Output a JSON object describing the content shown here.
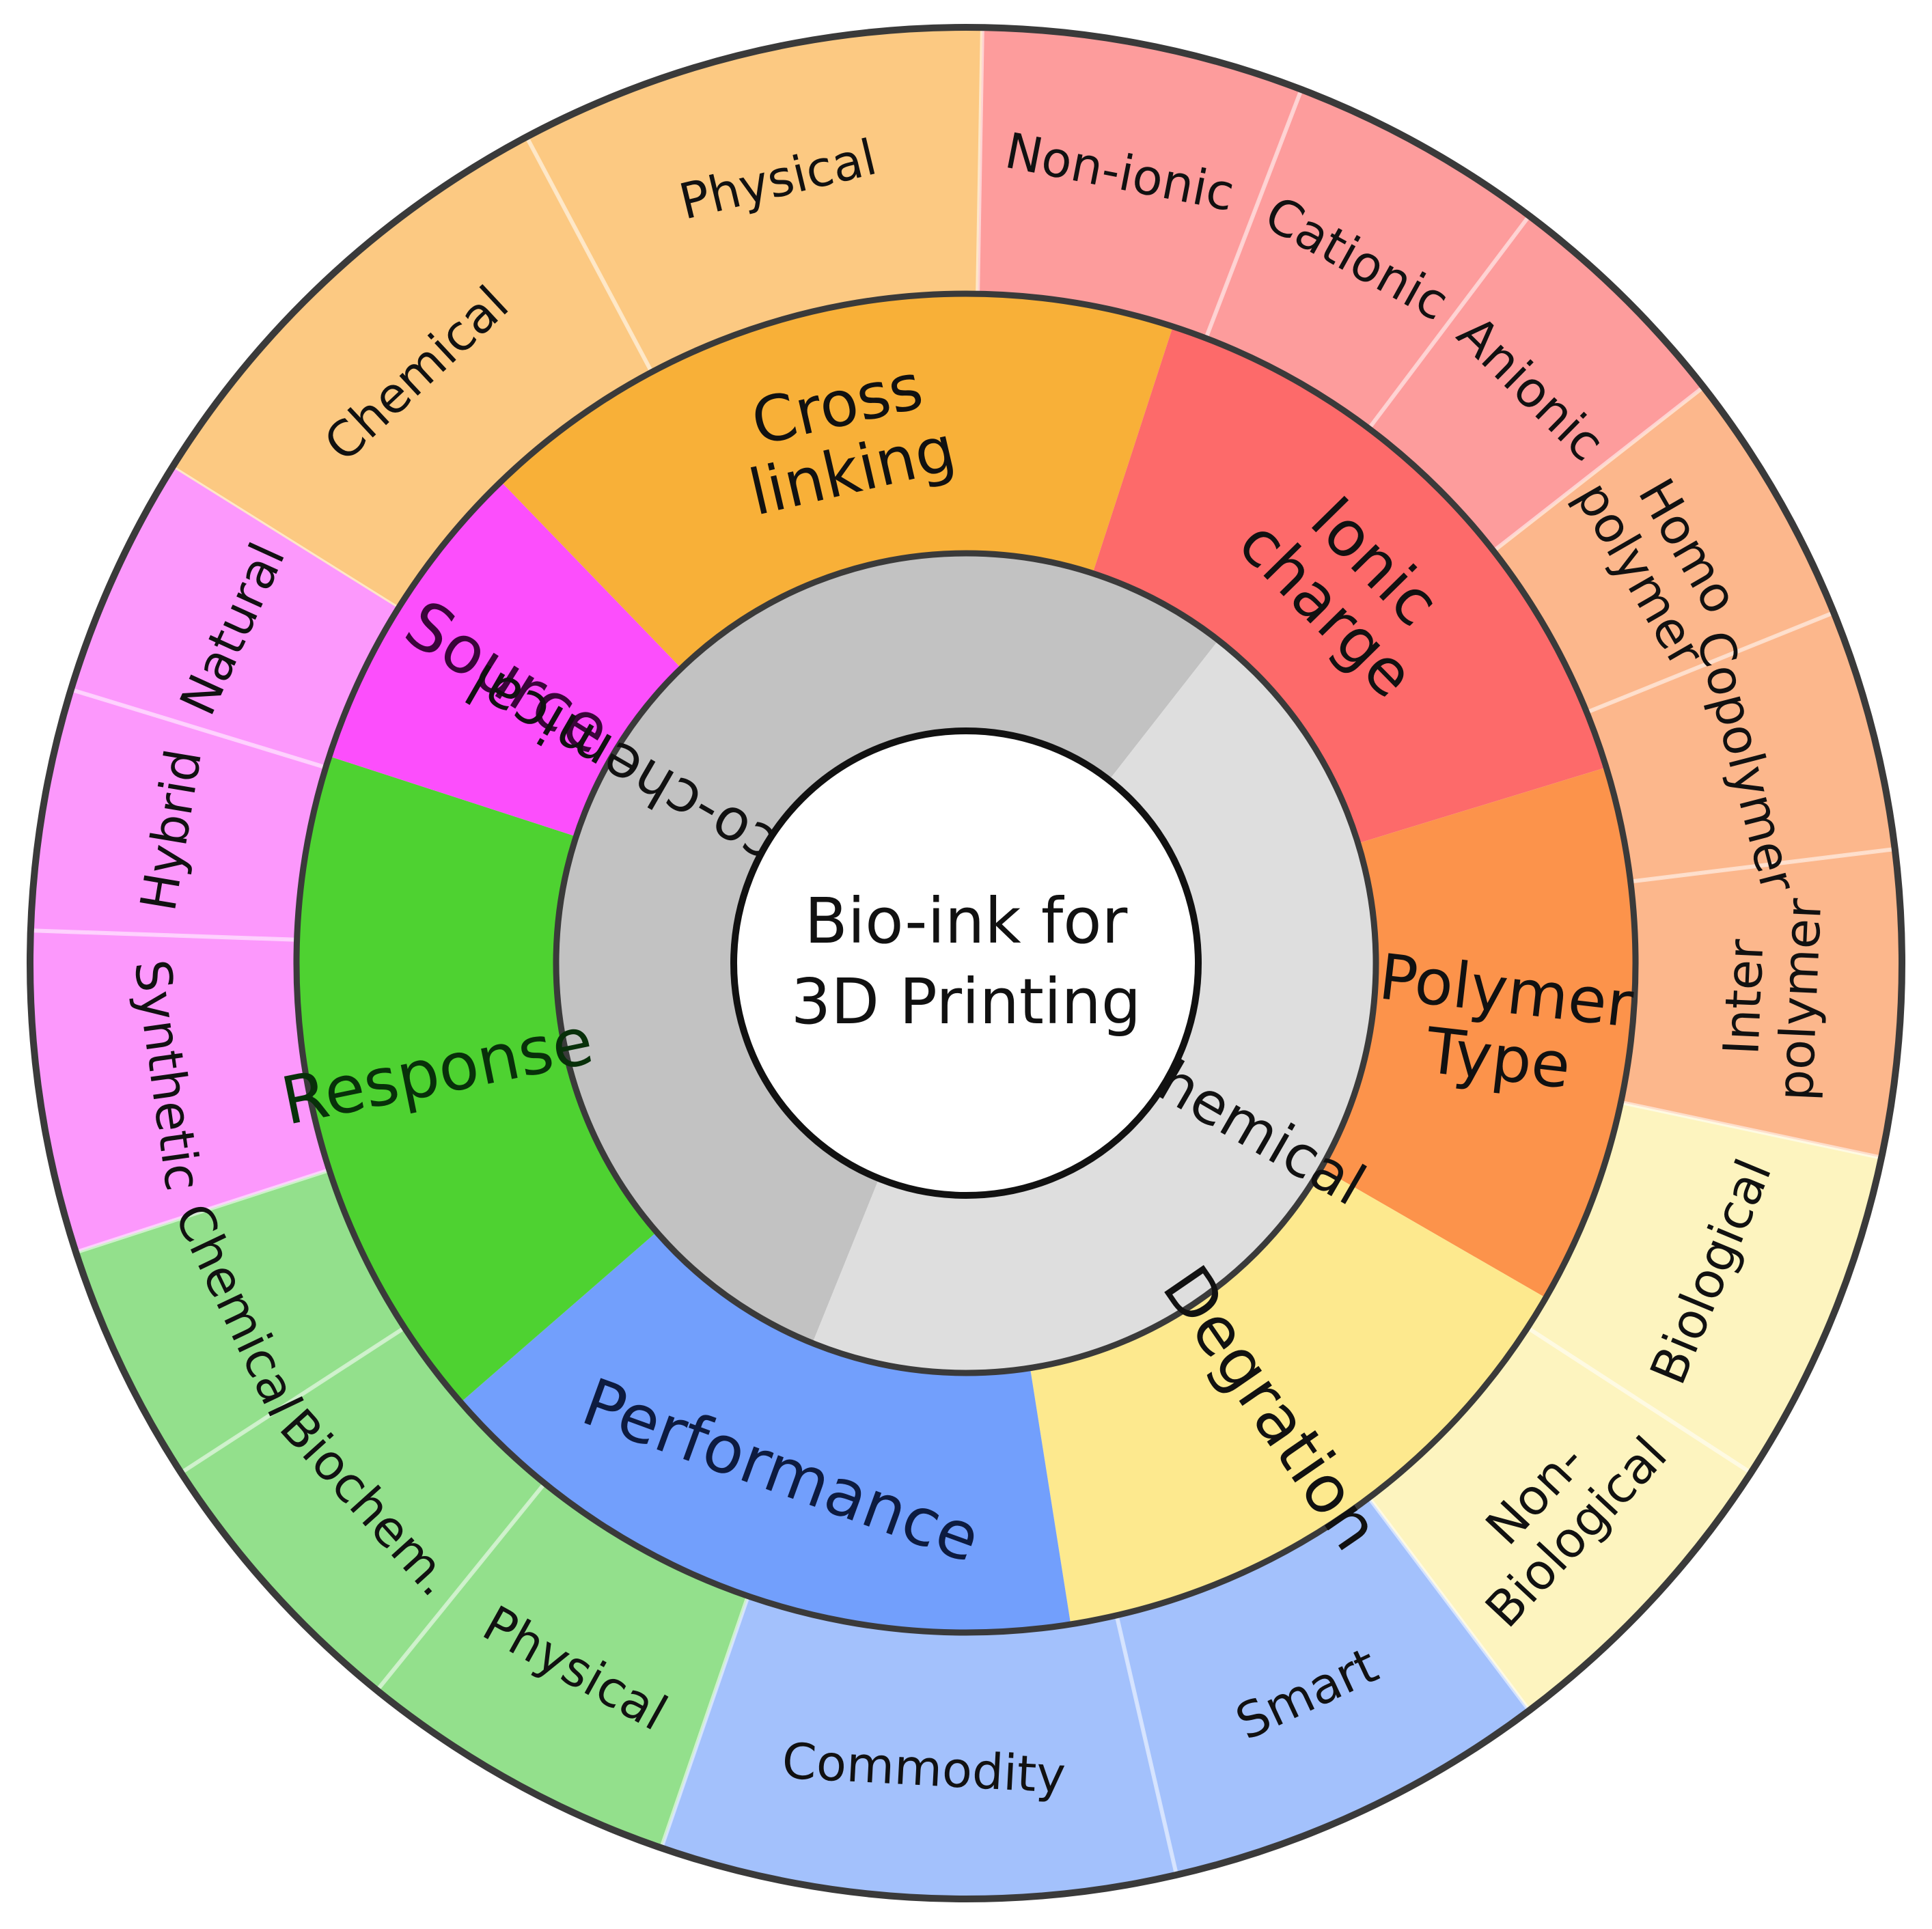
{
  "center": {
    "lines": [
      "Bio-ink for",
      "3D Printing"
    ]
  },
  "ring1": [
    {
      "id": "physico-chemical",
      "label": "Physico-chemical",
      "color": "#c2c2c2",
      "a0": 112,
      "a1": 308
    },
    {
      "id": "chemical",
      "label": "Chemical",
      "color": "#dedede",
      "a0": 308,
      "a1": 472
    }
  ],
  "ring2": [
    {
      "id": "cross-linking",
      "lines": [
        "Cross",
        "linking"
      ],
      "color": "#f8b038",
      "a0": 226,
      "a1": 288
    },
    {
      "id": "ionic-charge",
      "lines": [
        "Ionic",
        "charge"
      ],
      "color": "#fd6a6a",
      "a0": 288,
      "a1": 343
    },
    {
      "id": "polymer-type",
      "lines": [
        "Polymer",
        "Type"
      ],
      "color": "#fc934b",
      "a0": 343,
      "a1": 390
    },
    {
      "id": "degradation",
      "lines": [
        "Degration"
      ],
      "color": "#fde98e",
      "a0": 390,
      "a1": 441
    },
    {
      "id": "performance",
      "lines": [
        "Performance"
      ],
      "color": "#729ffc",
      "a0": 441,
      "a1": 499
    },
    {
      "id": "response",
      "lines": [
        "Response"
      ],
      "color": "#4ed231",
      "a0": 499,
      "a1": 558
    },
    {
      "id": "source",
      "lines": [
        "Source"
      ],
      "color": "#fc4efc",
      "a0": 558,
      "a1": 586
    }
  ],
  "ring3": [
    {
      "group": "cross-linking",
      "label": "Chemical",
      "color": "#fcc982",
      "a0": 212,
      "a1": 242
    },
    {
      "group": "cross-linking",
      "label": "Physical",
      "color": "#fcc982",
      "a0": 242,
      "a1": 271
    },
    {
      "group": "ionic-charge",
      "label": "Non-ionic",
      "color": "#fd9c9c",
      "a0": 271,
      "a1": 291
    },
    {
      "group": "ionic-charge",
      "label": "Cationic",
      "color": "#fd9c9c",
      "a0": 291,
      "a1": 307
    },
    {
      "group": "ionic-charge",
      "label": "Anionic",
      "color": "#fd9c9c",
      "a0": 307,
      "a1": 322
    },
    {
      "group": "polymer-type",
      "lines": [
        "Homo",
        "polymer"
      ],
      "color": "#fcb78c",
      "a0": 322,
      "a1": 338
    },
    {
      "group": "polymer-type",
      "label": "Copolymer",
      "color": "#fcb78c",
      "a0": 338,
      "a1": 353
    },
    {
      "group": "polymer-type",
      "lines": [
        "Inter",
        "polymer"
      ],
      "color": "#fcb78c",
      "a0": 353,
      "a1": 372
    },
    {
      "group": "degradation",
      "label": "Biological",
      "color": "#fdf4bf",
      "a0": 372,
      "a1": 393
    },
    {
      "group": "degradation",
      "lines": [
        "Non-",
        "Biological"
      ],
      "color": "#fdf4bf",
      "a0": 393,
      "a1": 413
    },
    {
      "group": "performance",
      "label": "Smart",
      "color": "#a3c1fc",
      "a0": 413,
      "a1": 437
    },
    {
      "group": "performance",
      "label": "Commodity",
      "color": "#a3c1fc",
      "a0": 437,
      "a1": 469
    },
    {
      "group": "response",
      "label": "Physical",
      "color": "#93e08c",
      "a0": 469,
      "a1": 489
    },
    {
      "group": "response",
      "label": "Biochem.",
      "color": "#93e08c",
      "a0": 489,
      "a1": 507
    },
    {
      "group": "response",
      "label": "Chemical",
      "color": "#93e08c",
      "a0": 507,
      "a1": 522
    },
    {
      "group": "source",
      "label": "Synthetic",
      "color": "#fc98fc",
      "a0": 522,
      "a1": 542
    },
    {
      "group": "source",
      "label": "Hybrid",
      "color": "#fc98fc",
      "a0": 542,
      "a1": 557
    },
    {
      "group": "source",
      "label": "Natural",
      "color": "#fc98fc",
      "a0": 557,
      "a1": 572
    }
  ]
}
